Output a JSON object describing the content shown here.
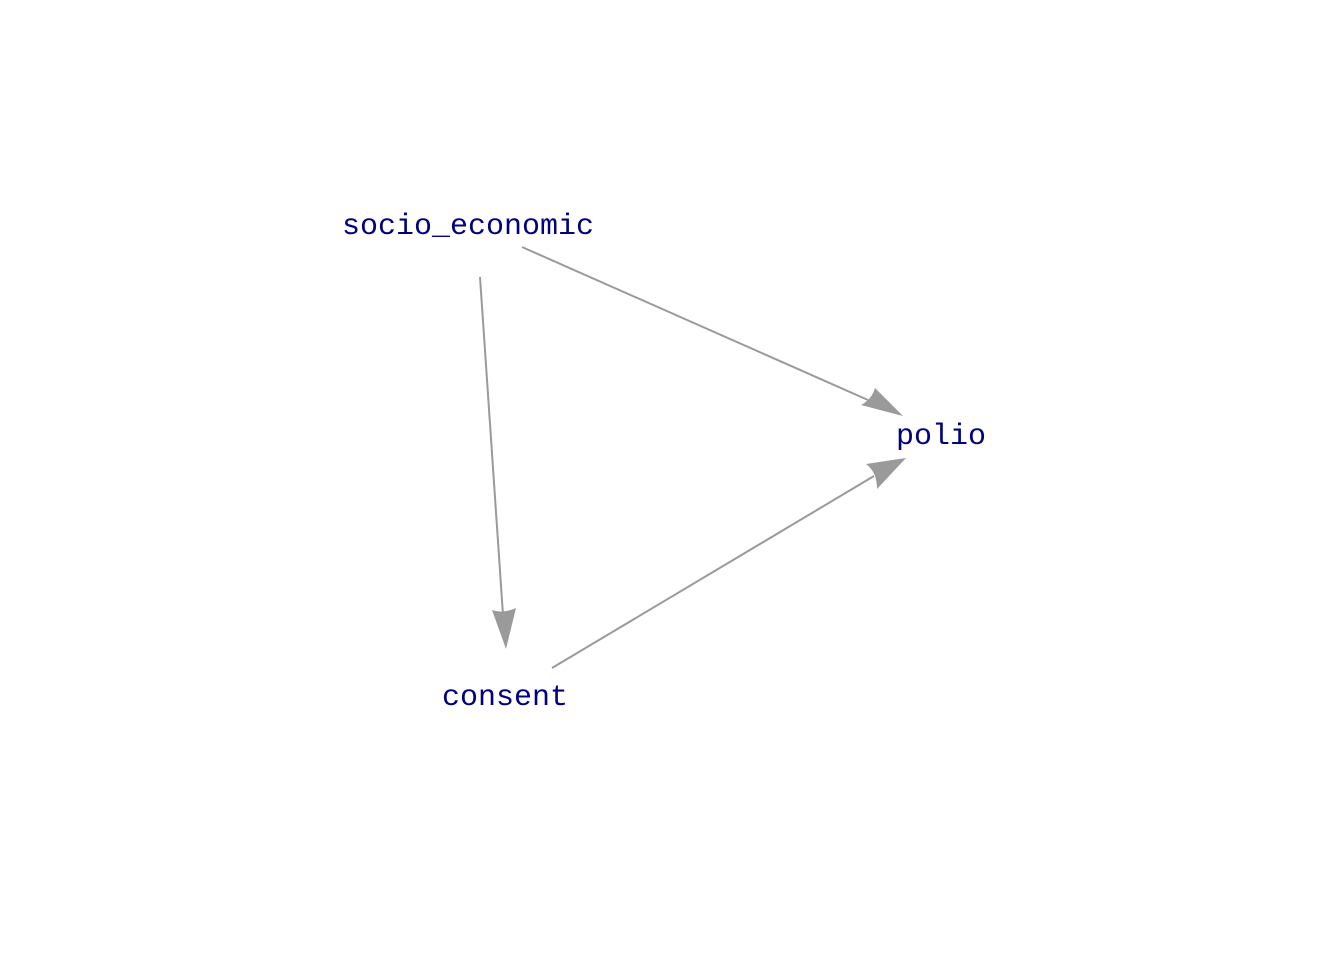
{
  "diagram": {
    "type": "directed-acyclic-graph",
    "node_color": "#000080",
    "edge_color": "#9a9a9a",
    "background": "#ffffff",
    "nodes": [
      {
        "id": "socio_economic",
        "label": "socio_economic"
      },
      {
        "id": "polio",
        "label": "polio"
      },
      {
        "id": "consent",
        "label": "consent"
      }
    ],
    "edges": [
      {
        "from": "socio_economic",
        "to": "polio"
      },
      {
        "from": "socio_economic",
        "to": "consent"
      },
      {
        "from": "consent",
        "to": "polio"
      }
    ]
  }
}
